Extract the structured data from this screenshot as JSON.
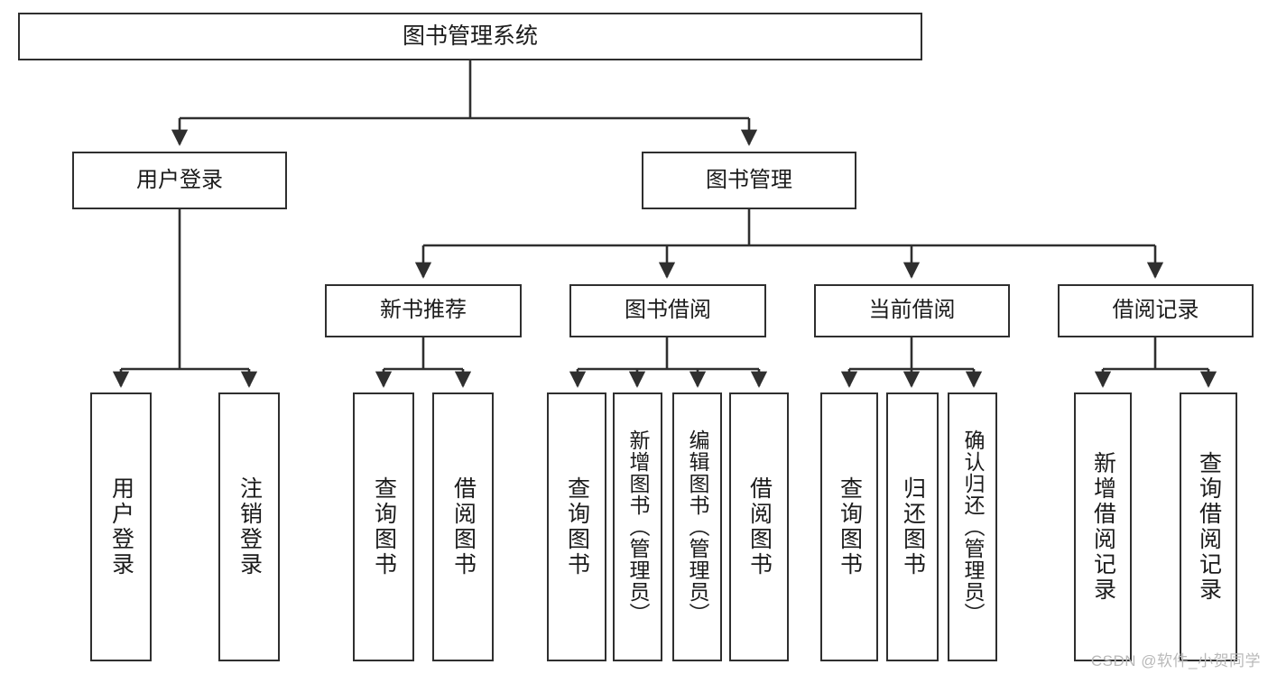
{
  "diagram": {
    "title": "图书管理系统",
    "type": "tree-hierarchy-diagram",
    "colors": {
      "box_border": "#2f2f2f",
      "box_fill": "#ffffff",
      "connector": "#2f2f2f",
      "text": "#1b1b1b",
      "watermark": "#b9b9b9"
    },
    "nodes": {
      "root": {
        "label": "图书管理系统"
      },
      "level2": [
        {
          "label": "用户登录"
        },
        {
          "label": "图书管理"
        }
      ],
      "level3": [
        {
          "label": "新书推荐"
        },
        {
          "label": "图书借阅"
        },
        {
          "label": "当前借阅"
        },
        {
          "label": "借阅记录"
        }
      ],
      "leaves": [
        {
          "label": "用户登录",
          "parent": "用户登录"
        },
        {
          "label": "注销登录",
          "parent": "用户登录"
        },
        {
          "label": "查询图书",
          "parent": "新书推荐"
        },
        {
          "label": "借阅图书",
          "parent": "新书推荐"
        },
        {
          "label": "查询图书",
          "parent": "图书借阅"
        },
        {
          "label": "新增图书（管理员）",
          "parent": "图书借阅"
        },
        {
          "label": "编辑图书（管理员）",
          "parent": "图书借阅"
        },
        {
          "label": "借阅图书",
          "parent": "图书借阅"
        },
        {
          "label": "查询图书",
          "parent": "当前借阅"
        },
        {
          "label": "归还图书",
          "parent": "当前借阅"
        },
        {
          "label": "确认归还（管理员）",
          "parent": "当前借阅"
        },
        {
          "label": "新增借阅记录",
          "parent": "借阅记录"
        },
        {
          "label": "查询借阅记录",
          "parent": "借阅记录"
        }
      ]
    }
  },
  "watermark": {
    "text": "CSDN @软件_小贺同学"
  }
}
